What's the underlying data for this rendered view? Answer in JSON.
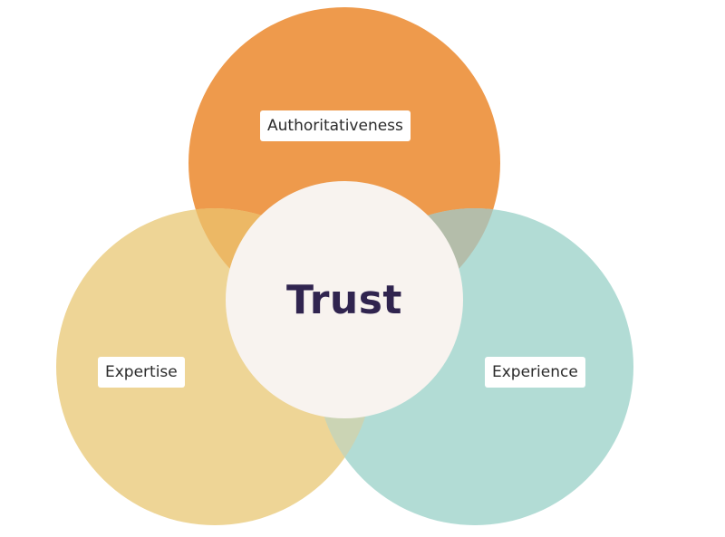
{
  "diagram": {
    "center": {
      "label": "Trust",
      "color": "#f8f3ef",
      "text_color": "#30244f"
    },
    "circles": [
      {
        "id": "authoritativeness",
        "label": "Authoritativeness",
        "color": "#ee9a4c"
      },
      {
        "id": "expertise",
        "label": "Expertise",
        "color": "#eed596"
      },
      {
        "id": "experience",
        "label": "Experience",
        "color": "#b2dcd5"
      }
    ],
    "overlap_colors": {
      "authoritativeness_expertise": "#ecb865",
      "authoritativeness_experience": "#b4bdaa",
      "expertise_experience": "#cbd4b4"
    }
  }
}
